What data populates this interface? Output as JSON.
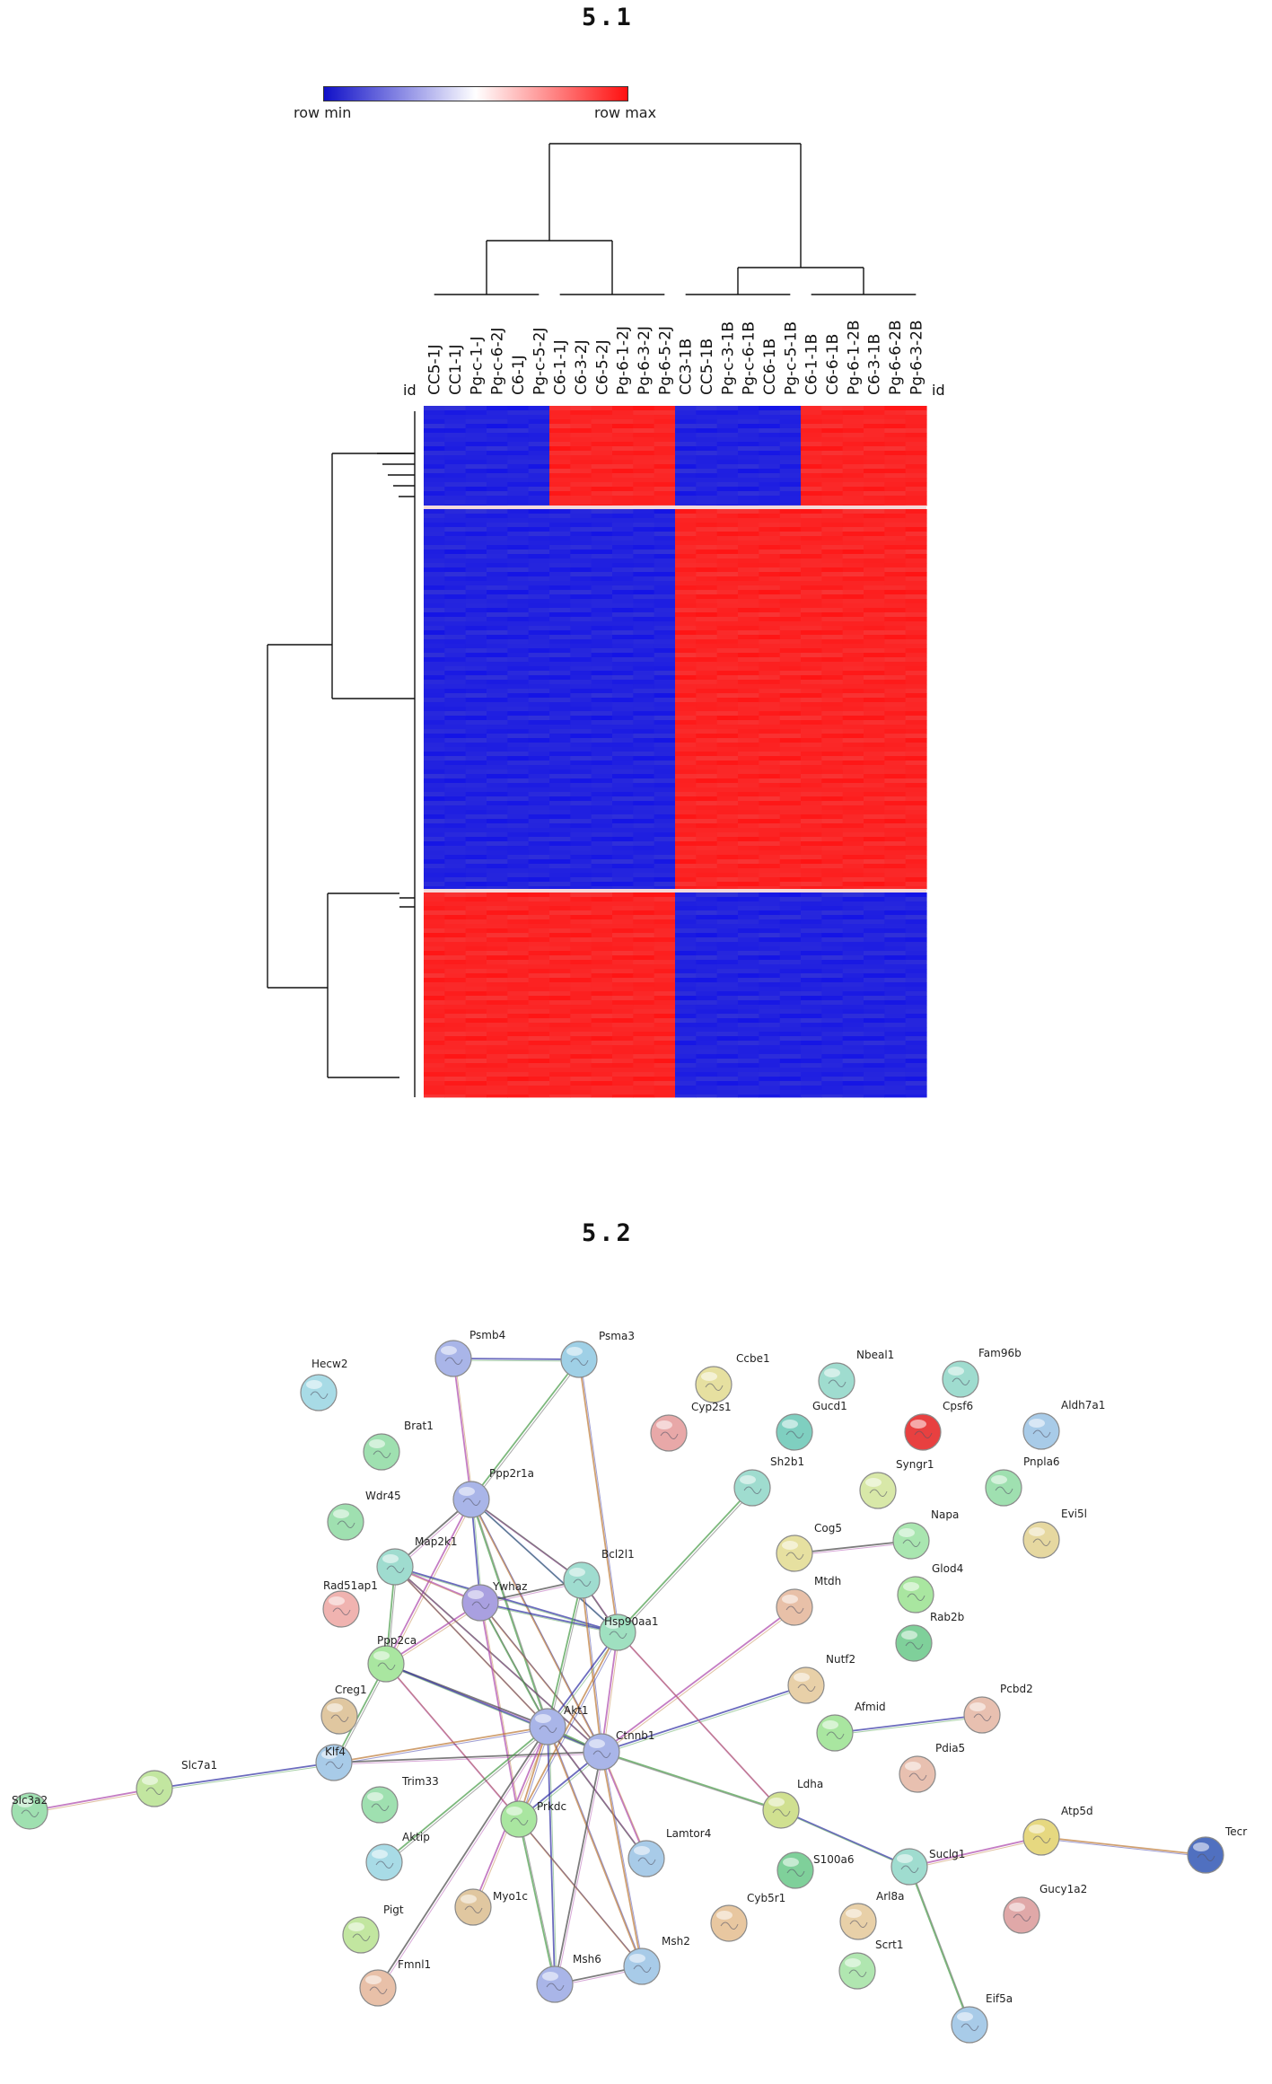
{
  "titles": {
    "heatmap": "5.1",
    "network": "5.2"
  },
  "legend": {
    "min_label": "row min",
    "max_label": "row max",
    "colors": [
      "#1010c8",
      "#ffffff",
      "#ff1010"
    ]
  },
  "heatmap": {
    "id_label": "id",
    "columns": [
      "CC5-1J",
      "CC1-1J",
      "Pg-c-1-J",
      "Pg-c-6-2J",
      "C6-1J",
      "Pg-c-5-2J",
      "C6-1-1J",
      "C6-3-2J",
      "C6-5-2J",
      "Pg-6-1-2J",
      "Pg-6-3-2J",
      "Pg-6-5-2J",
      "CC3-1B",
      "CC5-1B",
      "Pg-c-3-1B",
      "Pg-c-6-1B",
      "CC6-1B",
      "Pg-c-5-1B",
      "C6-1-1B",
      "C6-6-1B",
      "Pg-6-1-2B",
      "C6-3-1B",
      "Pg-6-6-2B",
      "Pg-6-3-2B"
    ],
    "blocks": [
      {
        "rows": "cluster-1",
        "pattern": [
          "low",
          "low",
          "low",
          "low",
          "low",
          "low",
          "high",
          "high",
          "high",
          "high",
          "high",
          "high",
          "low",
          "low",
          "low",
          "low",
          "low",
          "low",
          "high",
          "high",
          "high",
          "high",
          "high",
          "high"
        ]
      },
      {
        "rows": "cluster-2",
        "pattern": [
          "low",
          "low",
          "low",
          "low",
          "low",
          "low",
          "low",
          "low",
          "low",
          "low",
          "low",
          "low",
          "high",
          "high",
          "high",
          "high",
          "high",
          "high",
          "high",
          "high",
          "high",
          "high",
          "high",
          "high"
        ]
      },
      {
        "rows": "cluster-3",
        "pattern": [
          "high",
          "high",
          "high",
          "high",
          "high",
          "high",
          "high",
          "high",
          "high",
          "high",
          "high",
          "high",
          "low",
          "low",
          "low",
          "low",
          "low",
          "low",
          "low",
          "low",
          "low",
          "low",
          "low",
          "low"
        ]
      }
    ]
  },
  "network": {
    "nodes": [
      {
        "id": "Psmb4",
        "color": "#a9b5e8"
      },
      {
        "id": "Psma3",
        "color": "#9fd0e6"
      },
      {
        "id": "Hecw2",
        "color": "#a8dbe6"
      },
      {
        "id": "Brat1",
        "color": "#9fe0b0"
      },
      {
        "id": "Ppp2r1a",
        "color": "#a9b5e8"
      },
      {
        "id": "Wdr45",
        "color": "#9fe0b0"
      },
      {
        "id": "Map2k1",
        "color": "#9fdccf"
      },
      {
        "id": "Rad51ap1",
        "color": "#f0b3b0"
      },
      {
        "id": "Ywhaz",
        "color": "#a9a0e0"
      },
      {
        "id": "Bcl2l1",
        "color": "#9fdccf"
      },
      {
        "id": "Hsp90aa1",
        "color": "#9fe0c0"
      },
      {
        "id": "Ppp2ca",
        "color": "#a9e6a0"
      },
      {
        "id": "Creg1",
        "color": "#e0c7a0"
      },
      {
        "id": "Klf4",
        "color": "#a8cbe8"
      },
      {
        "id": "Akt1",
        "color": "#a9b5e8"
      },
      {
        "id": "Ctnnb1",
        "color": "#a9b5e8"
      },
      {
        "id": "Slc7a1",
        "color": "#c2e6a0"
      },
      {
        "id": "Slc3a2",
        "color": "#9fe0b0"
      },
      {
        "id": "Trim33",
        "color": "#9fe0b0"
      },
      {
        "id": "Prkdc",
        "color": "#a9e6a0"
      },
      {
        "id": "Aktip",
        "color": "#a8dbe6"
      },
      {
        "id": "Myo1c",
        "color": "#e0c7a0"
      },
      {
        "id": "Lamtor4",
        "color": "#a8cbe8"
      },
      {
        "id": "Pigt",
        "color": "#c2e6a0"
      },
      {
        "id": "Fmnl1",
        "color": "#e8c0a8"
      },
      {
        "id": "Msh6",
        "color": "#a9b5e8"
      },
      {
        "id": "Msh2",
        "color": "#a8cbe8"
      },
      {
        "id": "Ccbe1",
        "color": "#e6e0a0"
      },
      {
        "id": "Cyp2s1",
        "color": "#e8a8a8"
      },
      {
        "id": "Nbeal1",
        "color": "#9fdccf"
      },
      {
        "id": "Gucd1",
        "color": "#7fcfc0"
      },
      {
        "id": "Fam96b",
        "color": "#9fdccf"
      },
      {
        "id": "Cpsf6",
        "color": "#e84040"
      },
      {
        "id": "Aldh7a1",
        "color": "#a8cbe8"
      },
      {
        "id": "Sh2b1",
        "color": "#9fdccf"
      },
      {
        "id": "Syngr1",
        "color": "#d8e8a8"
      },
      {
        "id": "Pnpla6",
        "color": "#9fe0b0"
      },
      {
        "id": "Evi5l",
        "color": "#e6d8a0"
      },
      {
        "id": "Cog5",
        "color": "#e6e0a0"
      },
      {
        "id": "Napa",
        "color": "#a9e6b0"
      },
      {
        "id": "Glod4",
        "color": "#a9e6a0"
      },
      {
        "id": "Mtdh",
        "color": "#e8c0a8"
      },
      {
        "id": "Rab2b",
        "color": "#7fd09a"
      },
      {
        "id": "Nutf2",
        "color": "#e8d0a8"
      },
      {
        "id": "Afmid",
        "color": "#a9e6a0"
      },
      {
        "id": "Pcbd2",
        "color": "#e8c0b0"
      },
      {
        "id": "Pdia5",
        "color": "#e8c0b0"
      },
      {
        "id": "Ldha",
        "color": "#d0e090"
      },
      {
        "id": "S100a6",
        "color": "#7fd09a"
      },
      {
        "id": "Suclg1",
        "color": "#9fdccf"
      },
      {
        "id": "Atp5d",
        "color": "#e6d880"
      },
      {
        "id": "Tecr",
        "color": "#5070c0"
      },
      {
        "id": "Cyb5r1",
        "color": "#e8c7a0"
      },
      {
        "id": "Arl8a",
        "color": "#e8d0a8"
      },
      {
        "id": "Gucy1a2",
        "color": "#e0a8a8"
      },
      {
        "id": "Scrt1",
        "color": "#b0e6b0"
      },
      {
        "id": "Eif5a",
        "color": "#a8cbe8"
      }
    ],
    "edges": [
      [
        "Psmb4",
        "Psma3"
      ],
      [
        "Psmb4",
        "Ppp2r1a"
      ],
      [
        "Psma3",
        "Ppp2r1a"
      ],
      [
        "Psma3",
        "Hsp90aa1"
      ],
      [
        "Ppp2r1a",
        "Map2k1"
      ],
      [
        "Ppp2r1a",
        "Ywhaz"
      ],
      [
        "Ppp2r1a",
        "Ppp2ca"
      ],
      [
        "Ppp2r1a",
        "Akt1"
      ],
      [
        "Ppp2r1a",
        "Ctnnb1"
      ],
      [
        "Ppp2r1a",
        "Bcl2l1"
      ],
      [
        "Ppp2r1a",
        "Hsp90aa1"
      ],
      [
        "Map2k1",
        "Ywhaz"
      ],
      [
        "Map2k1",
        "Ppp2ca"
      ],
      [
        "Map2k1",
        "Akt1"
      ],
      [
        "Map2k1",
        "Ctnnb1"
      ],
      [
        "Map2k1",
        "Hsp90aa1"
      ],
      [
        "Ywhaz",
        "Ppp2ca"
      ],
      [
        "Ywhaz",
        "Akt1"
      ],
      [
        "Ywhaz",
        "Ctnnb1"
      ],
      [
        "Ywhaz",
        "Bcl2l1"
      ],
      [
        "Ywhaz",
        "Hsp90aa1"
      ],
      [
        "Ywhaz",
        "Prkdc"
      ],
      [
        "Bcl2l1",
        "Akt1"
      ],
      [
        "Bcl2l1",
        "Ctnnb1"
      ],
      [
        "Bcl2l1",
        "Hsp90aa1"
      ],
      [
        "Hsp90aa1",
        "Akt1"
      ],
      [
        "Hsp90aa1",
        "Ctnnb1"
      ],
      [
        "Hsp90aa1",
        "Sh2b1"
      ],
      [
        "Hsp90aa1",
        "Prkdc"
      ],
      [
        "Ppp2ca",
        "Akt1"
      ],
      [
        "Ppp2ca",
        "Ctnnb1"
      ],
      [
        "Ppp2ca",
        "Prkdc"
      ],
      [
        "Ppp2ca",
        "Klf4"
      ],
      [
        "Klf4",
        "Akt1"
      ],
      [
        "Klf4",
        "Ctnnb1"
      ],
      [
        "Klf4",
        "Slc7a1"
      ],
      [
        "Slc7a1",
        "Slc3a2"
      ],
      [
        "Akt1",
        "Ctnnb1"
      ],
      [
        "Akt1",
        "Prkdc"
      ],
      [
        "Akt1",
        "Lamtor4"
      ],
      [
        "Akt1",
        "Msh6"
      ],
      [
        "Akt1",
        "Myo1c"
      ],
      [
        "Akt1",
        "Aktip"
      ],
      [
        "Akt1",
        "Msh2"
      ],
      [
        "Akt1",
        "Fmnl1"
      ],
      [
        "Ctnnb1",
        "Prkdc"
      ],
      [
        "Ctnnb1",
        "Mtdh"
      ],
      [
        "Ctnnb1",
        "Ldha"
      ],
      [
        "Ctnnb1",
        "Msh2"
      ],
      [
        "Ctnnb1",
        "Msh6"
      ],
      [
        "Ctnnb1",
        "Nutf2"
      ],
      [
        "Ctnnb1",
        "Lamtor4"
      ],
      [
        "Prkdc",
        "Msh6"
      ],
      [
        "Prkdc",
        "Msh2"
      ],
      [
        "Msh6",
        "Msh2"
      ],
      [
        "Ldha",
        "Suclg1"
      ],
      [
        "Suclg1",
        "Atp5d"
      ],
      [
        "Suclg1",
        "Eif5a"
      ],
      [
        "Atp5d",
        "Tecr"
      ],
      [
        "Cog5",
        "Napa"
      ],
      [
        "Afmid",
        "Pcbd2"
      ],
      [
        "Hsp90aa1",
        "Ldha"
      ]
    ]
  }
}
